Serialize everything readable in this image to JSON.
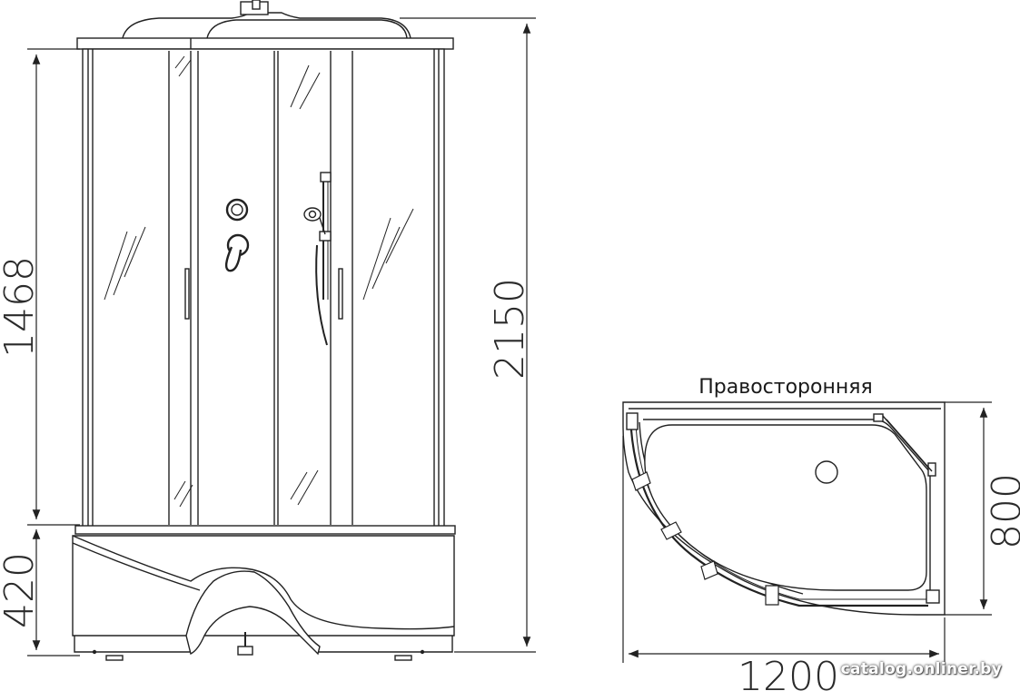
{
  "front_view": {
    "height_total": "2150",
    "height_cabin": "1468",
    "height_base": "420"
  },
  "top_view": {
    "title": "Правосторонняя",
    "width": "1200",
    "depth": "800"
  },
  "watermark": "catalog.onliner.by",
  "colors": {
    "line": "#222222",
    "glass": "#ffffff",
    "background": "#ffffff"
  }
}
